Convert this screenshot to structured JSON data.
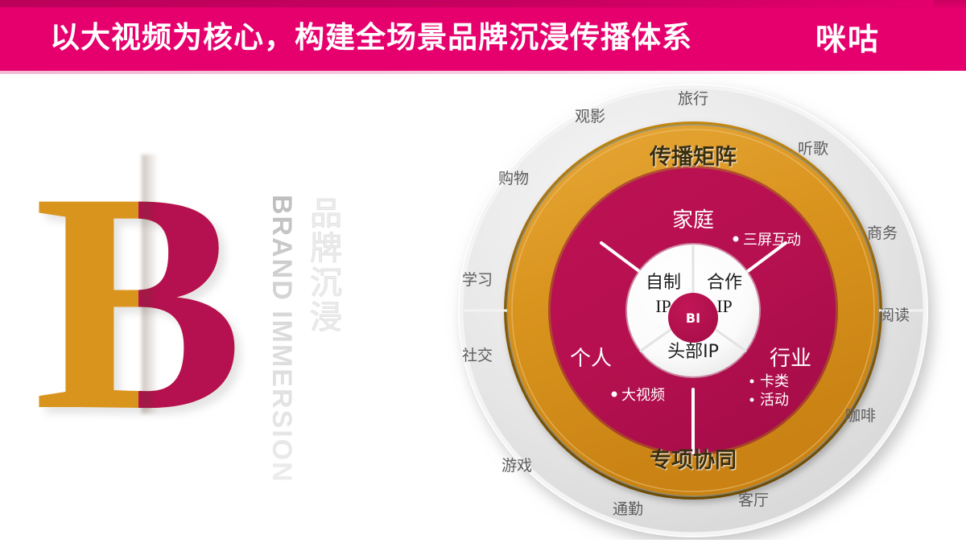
{
  "header": {
    "title": "以大视频为核心，构建全场景品牌沉浸传播体系",
    "logo": "咪咕",
    "bg_color": "#e6006e"
  },
  "brand_block": {
    "letter": "B",
    "letter_gold_color": "#d9941e",
    "letter_crimson_color": "#b5104f",
    "vertical_en": "BRAND IMMERSION",
    "vertical_cn": "品牌沉浸"
  },
  "diagram": {
    "outer_ring": {
      "color": "#e4e4e4",
      "labels": [
        "旅行",
        "观影",
        "购物",
        "学习",
        "社交",
        "游戏",
        "通勤",
        "客厅",
        "咖啡",
        "阅读",
        "商务",
        "听歌"
      ]
    },
    "gold_ring": {
      "color": "#d9941e",
      "top_title": "传播矩阵",
      "bottom_title": "专项协同"
    },
    "crimson_ring": {
      "color": "#b5104f",
      "segments": [
        {
          "label": "家庭",
          "bullets": [
            "三屏互动"
          ]
        },
        {
          "label": "行业",
          "bullets": [
            "卡类",
            "活动"
          ]
        },
        {
          "label": "个人",
          "bullets": [
            "大视频"
          ]
        }
      ]
    },
    "core": {
      "color": "#ffffff",
      "segments": [
        "自制IP",
        "合作IP",
        "头部IP"
      ],
      "segment_parts": [
        {
          "top": "自制",
          "bottom": "IP"
        },
        {
          "top": "合作",
          "bottom": "IP"
        },
        {
          "top": "头部IP",
          "bottom": ""
        }
      ],
      "center_label": "BI",
      "center_color": "#b5104f"
    }
  }
}
